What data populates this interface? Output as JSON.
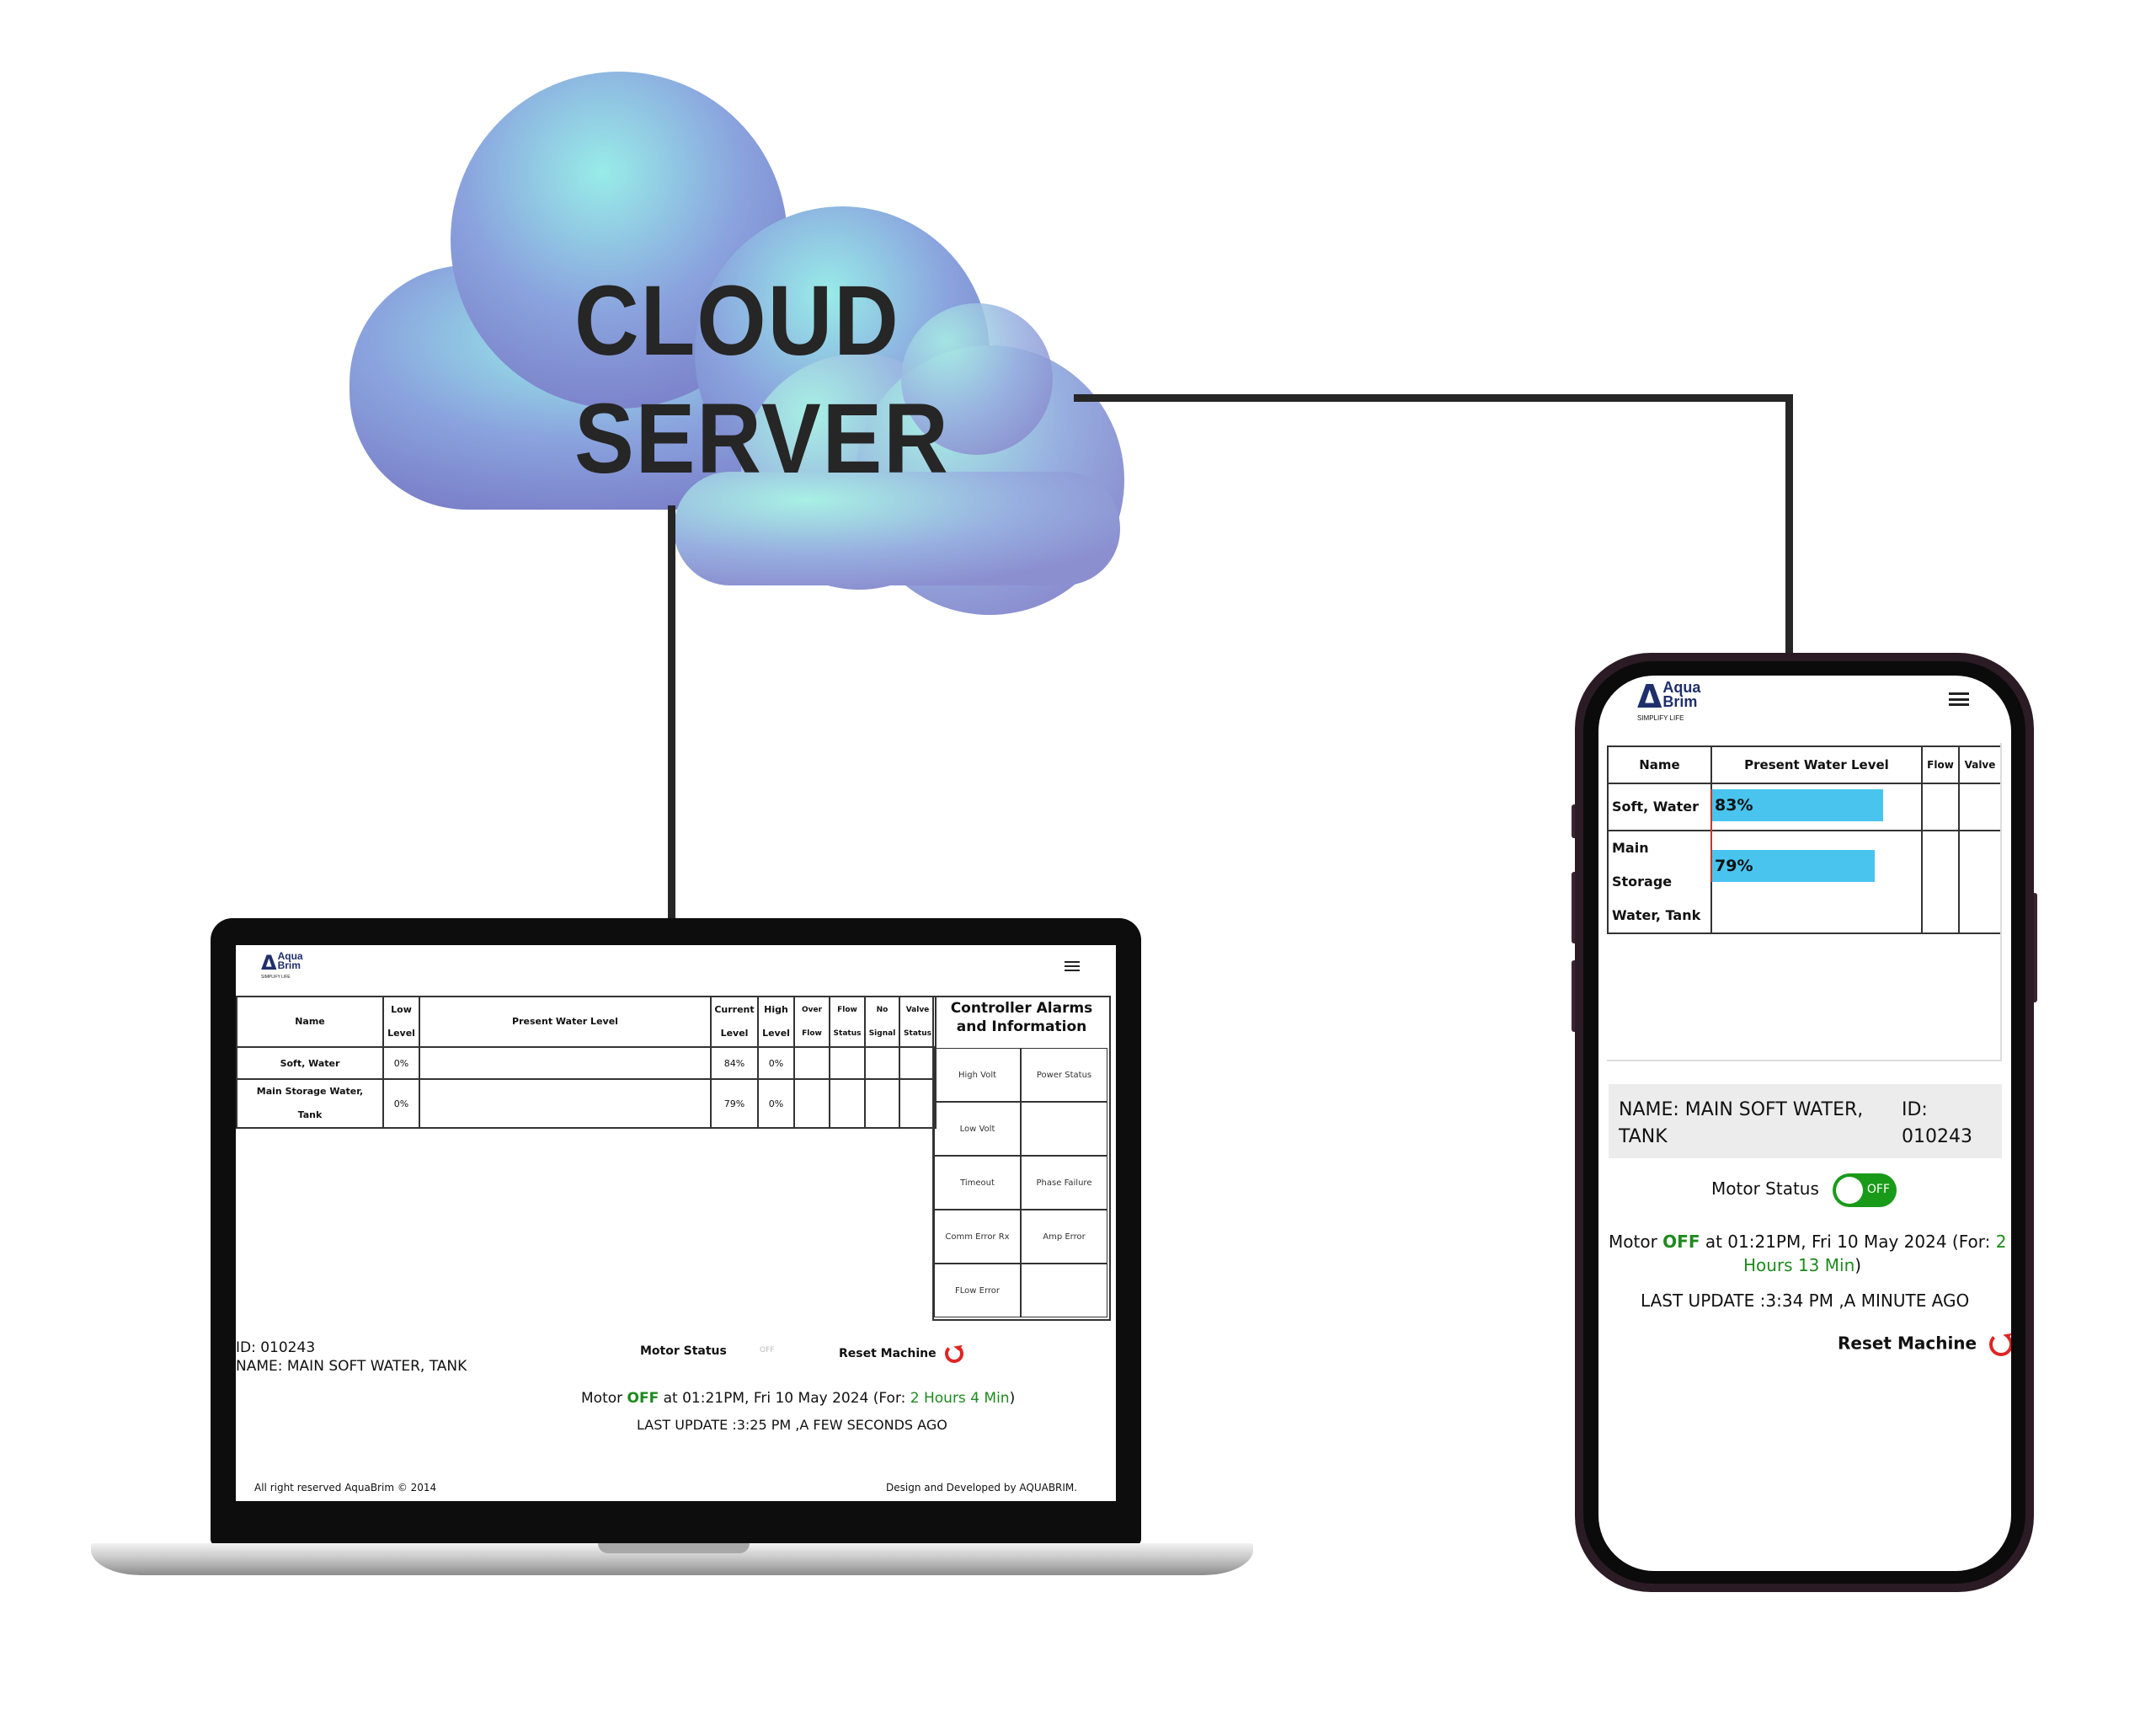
{
  "cloud": {
    "line1": "CLOUD",
    "line2": "SERVER"
  },
  "logo": {
    "word1": "Aqua",
    "word2": "Brim",
    "tagline": "SIMPLIFY LIFE"
  },
  "laptop": {
    "table_headers": {
      "name": "Name",
      "low_level": [
        "Low",
        "Level"
      ],
      "present_level": "Present Water Level",
      "current_level": [
        "Current",
        "Level"
      ],
      "high_level": [
        "High",
        "Level"
      ],
      "over_flow": [
        "Over",
        "Flow"
      ],
      "flow_status": [
        "Flow",
        "Status"
      ],
      "no_signal": [
        "No",
        "Signal"
      ],
      "valve_status": [
        "Valve",
        "Status"
      ]
    },
    "rows": [
      {
        "name": "Soft, Water",
        "low": "0%",
        "current": "84%",
        "high": "0%"
      },
      {
        "name": [
          "Main Storage Water,",
          "Tank"
        ],
        "low": "0%",
        "current": "79%",
        "high": "0%"
      }
    ],
    "alarms": {
      "title": [
        "Controller Alarms",
        "and Information"
      ],
      "cells": [
        "High Volt",
        "Power Status",
        "Low Volt",
        "",
        "Timeout",
        "Phase Failure",
        "Comm Error Rx",
        "Amp Error",
        "FLow Error",
        ""
      ]
    },
    "id_text": "ID: 010243",
    "name_text": "NAME: MAIN SOFT WATER, TANK",
    "motor_status_label": "Motor Status",
    "motor_toggle_text": "OFF",
    "reset_label": "Reset Machine",
    "motor_line": {
      "prefix": "Motor ",
      "state": "OFF",
      "mid": " at 01:21PM, Fri 10 May 2024 (For: ",
      "duration": "2 Hours 4 Min",
      "suffix": ")"
    },
    "last_update": "LAST UPDATE :3:25 PM ,A FEW SECONDS AGO",
    "footer_left": "All right reserved AquaBrim © 2014",
    "footer_right": "Design and Developed by AQUABRIM."
  },
  "phone": {
    "table_headers": {
      "name": "Name",
      "present_level": "Present Water Level",
      "flow": "Flow",
      "valve": "Valve"
    },
    "rows": [
      {
        "name": "Soft, Water",
        "level": 0.83,
        "level_text": "83%"
      },
      {
        "name": [
          "Main Storage",
          "Water, Tank"
        ],
        "level": 0.79,
        "level_text": "79%"
      }
    ],
    "name_text": [
      "NAME: MAIN SOFT WATER,",
      "TANK"
    ],
    "id_text": [
      "ID:",
      "010243"
    ],
    "motor_status_label": "Motor Status",
    "motor_toggle_text": "OFF",
    "motor_line": {
      "prefix": "Motor ",
      "state": "OFF",
      "mid": " at 01:21PM, Fri 10 May 2024 (For: ",
      "duration_a": "2",
      "duration_b": "Hours 13 Min",
      "suffix": ")"
    },
    "last_update": "LAST UPDATE :3:34 PM ,A MINUTE AGO",
    "reset_label": "Reset Machine"
  },
  "colors": {
    "wire": "#262626",
    "bar": "#49c4ef",
    "status_green": "#1e8a1e",
    "reset_red": "#e02424",
    "logo_blue": "#1f2f6b"
  }
}
